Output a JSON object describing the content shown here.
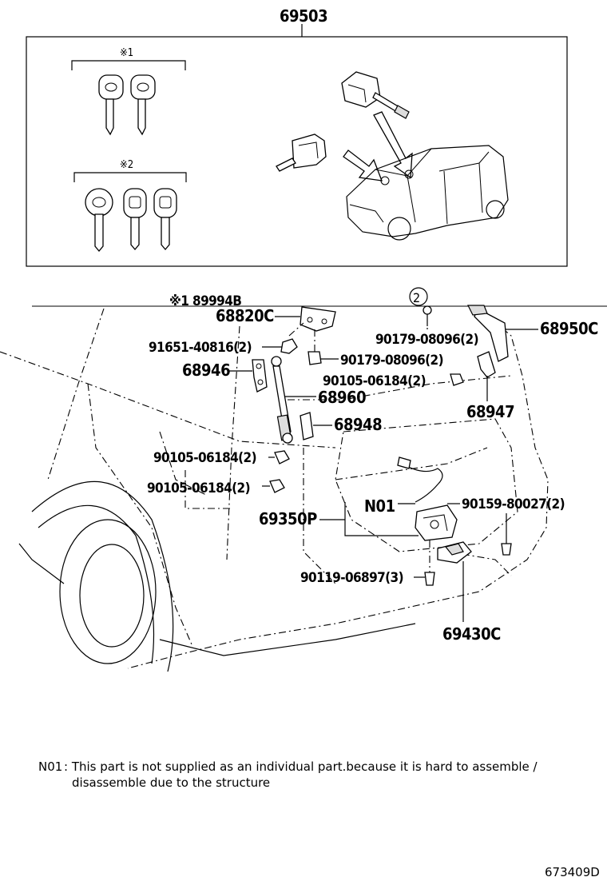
{
  "diagram": {
    "top_assembly_number": "69503",
    "key_group_1_mark": "※1",
    "key_group_2_mark": "※2",
    "callout_circle": "2",
    "parts": {
      "p89994b": "※1 89994B",
      "p68820c": "68820C",
      "p68950c": "68950C",
      "p91651": "91651-40816(2)",
      "p90179a": "90179-08096(2)",
      "p90179b": "90179-08096(2)",
      "p68946": "68946",
      "p90105a": "90105-06184(2)",
      "p68960": "68960",
      "p68947": "68947",
      "p68948": "68948",
      "p90105b": "90105-06184(2)",
      "p90105c": "90105-06184(2)",
      "pn01": "N01",
      "p90159": "90159-80027(2)",
      "p69350p": "69350P",
      "p90119": "90119-06897(3)",
      "p69430c": "69430C"
    },
    "note": {
      "code": "N01",
      "line1": ": This part is not supplied as an individual part.because it is hard to assemble /",
      "line2": "disassemble due to the structure"
    },
    "figure_id": "673409D"
  }
}
